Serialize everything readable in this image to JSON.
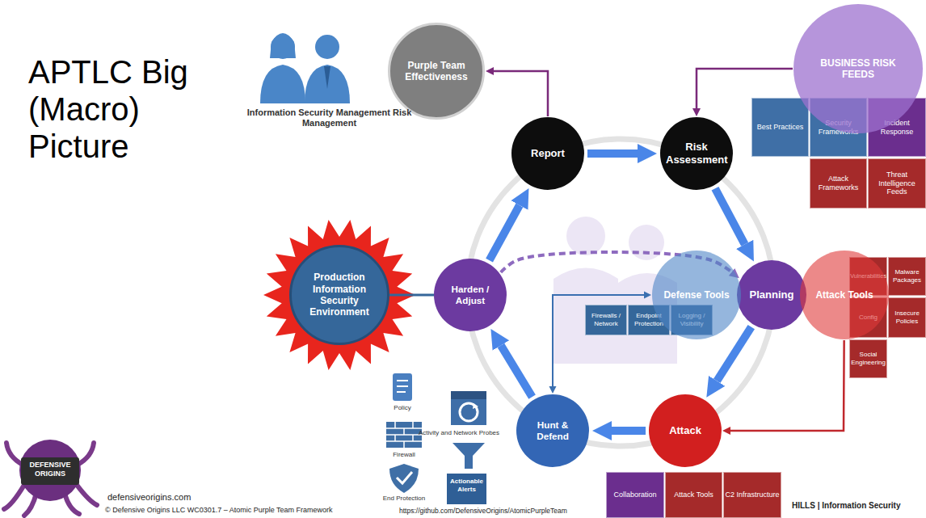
{
  "diagram": {
    "title": "APTLC Big (Macro) Picture",
    "nodes": [
      {
        "text": [
          "Purple Team Effectiveness"
        ]
      },
      {
        "text": [
          "Report"
        ]
      },
      {
        "text": [
          "Risk Assessment"
        ]
      },
      {
        "text": [
          "BUSINESS RISK FEEDS"
        ]
      },
      {
        "text": [
          "Best Practices"
        ]
      },
      {
        "text": [
          "Security Frameworks"
        ]
      },
      {
        "text": [
          "Incident Response"
        ]
      },
      {
        "text": [
          "Attack Frameworks"
        ]
      },
      {
        "text": [
          "Threat Intelligence Feeds"
        ]
      },
      {
        "text": [
          "Production Information Security Environment"
        ]
      },
      {
        "text": [
          "Harden / Adjust"
        ]
      },
      {
        "text": [
          "Defense Tools"
        ]
      },
      {
        "text": [
          "Firewalls / Network"
        ]
      },
      {
        "text": [
          "Endpoint Protection"
        ]
      },
      {
        "text": [
          "Logging / Visibility"
        ]
      },
      {
        "text": [
          "Planning"
        ]
      },
      {
        "text": [
          "Attack Tools"
        ]
      },
      {
        "text": [
          "Vulnerabilities"
        ]
      },
      {
        "text": [
          "Malware Packages"
        ]
      },
      {
        "text": [
          "Config"
        ]
      },
      {
        "text": [
          "Insecure Policies"
        ]
      },
      {
        "text": [
          "Social Engineering"
        ]
      },
      {
        "text": [
          "Hunt & Defend"
        ]
      },
      {
        "text": [
          "Attack"
        ]
      },
      {
        "text": [
          "Collaboration"
        ]
      },
      {
        "text": [
          "Attack Tools"
        ]
      },
      {
        "text": [
          "C2 Infrastructure"
        ]
      }
    ],
    "edges": [
      {
        "from": 1,
        "to": 0,
        "arrow": "to"
      },
      {
        "from": 3,
        "to": 2,
        "arrow": "to"
      },
      {
        "from": 1,
        "to": 2,
        "arrow": "to"
      },
      {
        "from": 2,
        "to": 15,
        "arrow": "to"
      },
      {
        "from": 15,
        "to": 23,
        "arrow": "to"
      },
      {
        "from": 16,
        "to": 23,
        "arrow": "to"
      },
      {
        "from": 23,
        "to": 22,
        "arrow": "to"
      },
      {
        "from": 22,
        "to": 11,
        "arrow": "both"
      },
      {
        "from": 22,
        "to": 10,
        "arrow": "to"
      },
      {
        "from": 10,
        "to": 1,
        "arrow": "to"
      },
      {
        "from": 10,
        "to": 9,
        "arrow": "none"
      },
      {
        "from": 10,
        "to": 15,
        "arrow": "to"
      }
    ],
    "labels": [
      "Information Security Management Risk Management",
      "Policy",
      "Firewall",
      "End Protection",
      "Activity and Network Probes",
      "Actionable Alerts",
      "defensiveorigins.com",
      "© Defensive Origins LLC  WC0301.7 – Atomic Purple Team Framework",
      "https://github.com/DefensiveOrigins/AtomicPurpleTeam",
      "HILLS | Information Security",
      "DEFENSIVE ORIGINS"
    ]
  }
}
